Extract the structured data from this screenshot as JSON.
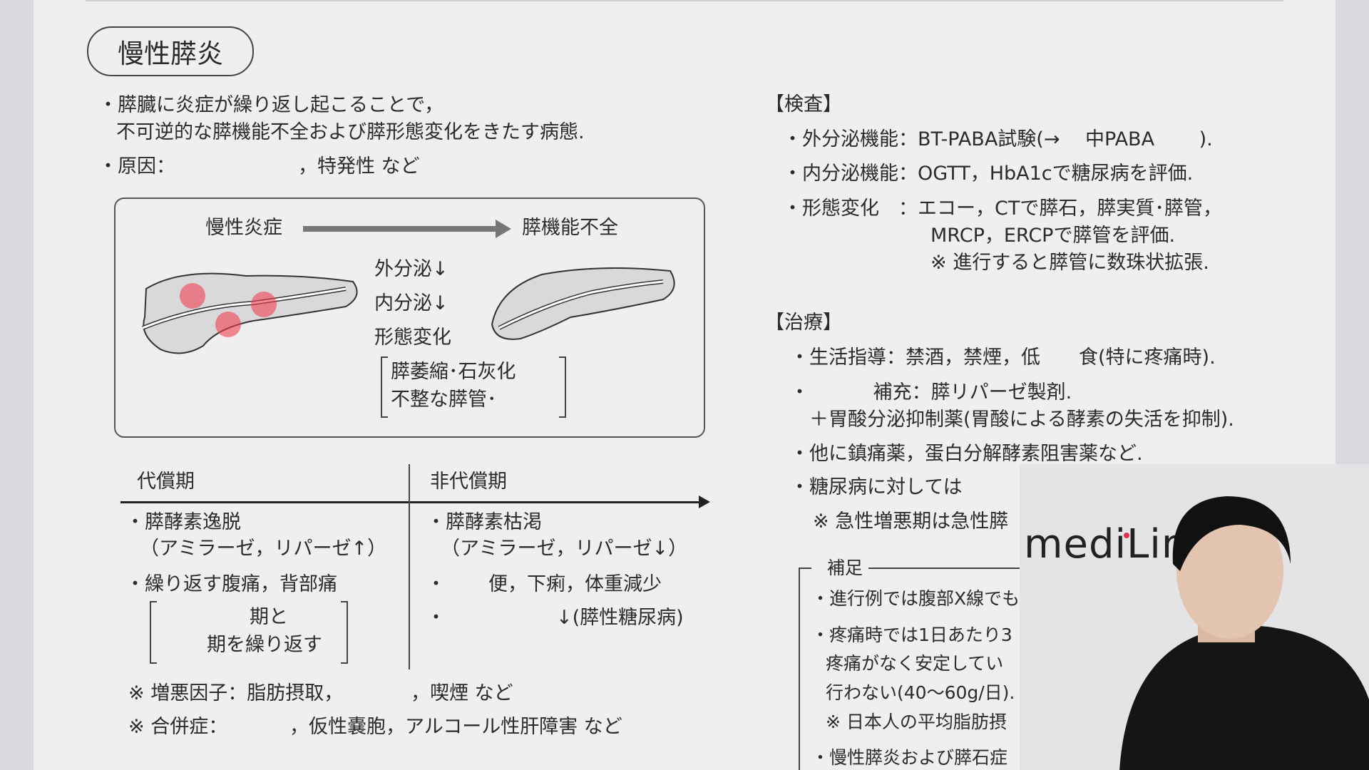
{
  "title": "慢性膵炎",
  "left": {
    "bullet1_line1": "・膵臓に炎症が繰り返し起こることで，",
    "bullet1_line2": "不可逆的な膵機能不全および膵形態変化をきたす病態.",
    "cause_label": "・原因：",
    "cause_rest": "，特発性 など"
  },
  "diagram": {
    "from": "慢性炎症",
    "to": "膵機能不全",
    "exo": "外分泌↓",
    "endo": "内分泌↓",
    "morph": "形態変化",
    "detail1": "膵萎縮･石灰化",
    "detail2": "不整な膵管･"
  },
  "stages": {
    "compensated": "代償期",
    "decompensated": "非代償期",
    "c1": "・膵酵素逸脱",
    "c1b": "（アミラーゼ，リパーゼ↑）",
    "c2": "・繰り返す腹痛，背部痛",
    "c3a": "期と",
    "c3b": "期を繰り返す",
    "d1": "・膵酵素枯渇",
    "d1b": "（アミラーゼ，リパーゼ↓）",
    "d2a": "・",
    "d2b": "便，下痢，体重減少",
    "d3a": "・",
    "d3b": "↓(膵性糖尿病)"
  },
  "notes": {
    "n1a": "※ 増悪因子：脂肪摂取，",
    "n1b": "，喫煙 など",
    "n2a": "※ 合併症：",
    "n2b": "，仮性嚢胞，アルコール性肝障害 など"
  },
  "exam": {
    "heading": "【検査】",
    "r1": "・外分泌機能：BT-PABA試験(→　 中PABA　　 ).",
    "r2": "・内分泌機能：OGTT，HbA1cで糖尿病を評価.",
    "r3": "・形態変化　：エコー，CTで膵石，膵実質･膵管，",
    "r4": "MRCP，ERCPで膵管を評価.",
    "r5": "※ 進行すると膵管に数珠状拡張."
  },
  "treatment": {
    "heading": "【治療】",
    "r1": "・生活指導：禁酒，禁煙，低　　食(特に疼痛時).",
    "r2": "・　　　 補充：膵リパーゼ製剤.",
    "r3": "＋胃酸分泌抑制薬(胃酸による酵素の失活を抑制).",
    "r4": "・他に鎮痛薬，蛋白分解酵素阻害薬など.",
    "r5": "・糖尿病に対しては",
    "r6": "※ 急性増悪期は急性膵"
  },
  "supplement": {
    "heading": "補足",
    "r1": "・進行例では腹部X線でも",
    "r2": "・疼痛時では1日あたり3",
    "r3": "疼痛がなく安定してい",
    "r4": "行わない(40～60g/日).",
    "r5": "※ 日本人の平均脂肪摂",
    "r6": "・慢性膵炎および膵石症"
  },
  "webcam": {
    "logo": "mediLin",
    "accent": "#e0304a"
  }
}
